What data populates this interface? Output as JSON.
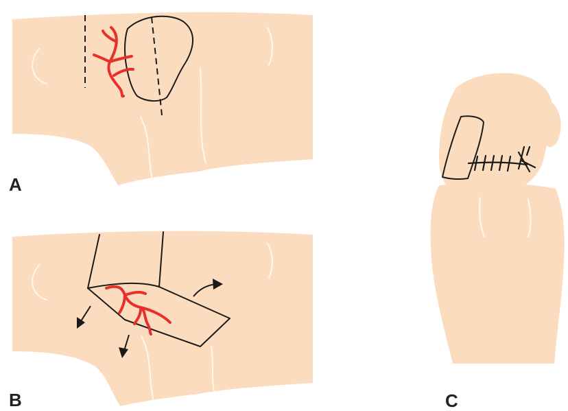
{
  "panels": [
    {
      "label": "A"
    },
    {
      "label": "B"
    },
    {
      "label": "C"
    }
  ],
  "colors": {
    "skin": "#fbdcbf",
    "vessel": "#e8302a",
    "outline": "#1a1a1a",
    "background": "#ffffff"
  }
}
